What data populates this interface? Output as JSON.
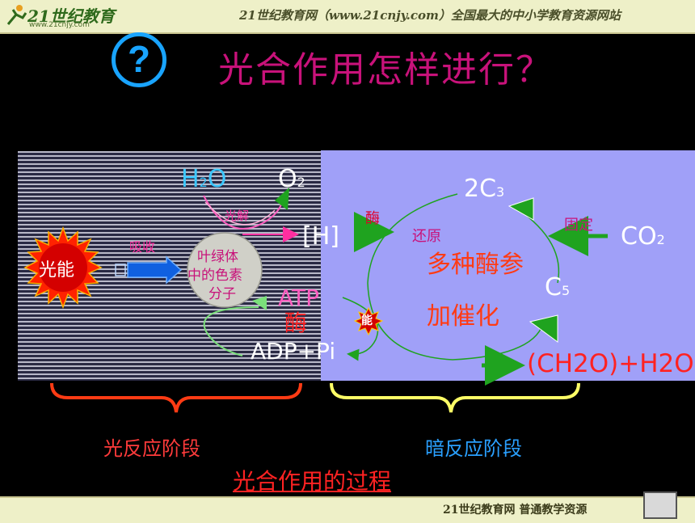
{
  "header": {
    "logo_text": "21世纪教育",
    "logo_sub": "www.21cnjy.com",
    "site_title": "21世纪教育网（www.21cnjy.com）全国最大的中小学教育资源网站"
  },
  "footer": {
    "text": "21世纪教育网  普通教学资源"
  },
  "title": {
    "question_icon": "?",
    "text": "光合作用怎样进行？"
  },
  "light_reaction": {
    "light_energy": "光能",
    "absorb": "吸收",
    "pigment": [
      "叶绿体",
      "中的色素",
      "分子"
    ],
    "light_decompose": "光解",
    "water": {
      "base": "H",
      "sub": "2",
      "tail": "O"
    },
    "oxygen": {
      "base": "O",
      "sub": "2"
    },
    "hydrogen": "[H]",
    "atp": "ATP",
    "enzyme_red": "酶",
    "adp": "ADP+Pi"
  },
  "dark_reaction": {
    "enzyme_label": "酶",
    "reduction": "还原",
    "fixation": "固定",
    "c3": {
      "base": "2C",
      "sub": "3"
    },
    "c5": {
      "base": "C",
      "sub": "5"
    },
    "co2": {
      "base": "CO",
      "sub": "2"
    },
    "enzymes_line1": "多种酶参",
    "enzymes_line2": "加催化",
    "energy_badge": "能",
    "product": "(CH2O)+H2O"
  },
  "labels": {
    "light_stage": "光反应阶段",
    "dark_stage": "暗反应阶段",
    "caption": "光合作用的过程"
  },
  "colors": {
    "magenta": "#c8127a",
    "cyan": "#19a4ff",
    "red": "#ff2222",
    "yellow": "#ffff66",
    "green": "#1fa31f"
  }
}
